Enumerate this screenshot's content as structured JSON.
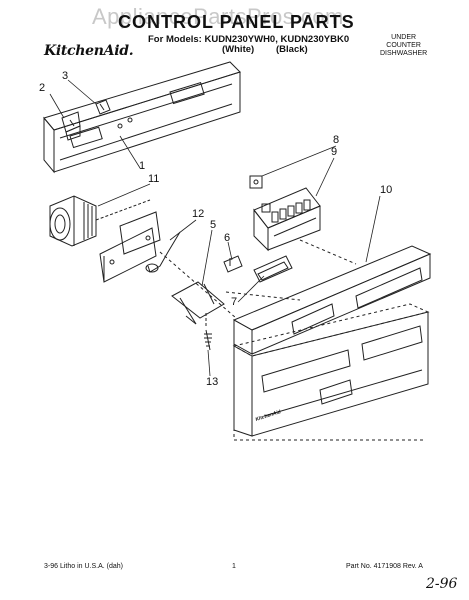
{
  "watermark": "AppliancePartsPros.com",
  "title": "CONTROL PANEL PARTS",
  "models_line": "For Models: KUDN230YWH0, KUDN230YBK0",
  "color_white": "(White)",
  "color_black": "(Black)",
  "brand": "KitchenAid.",
  "appliance": {
    "line1": "UNDER",
    "line2": "COUNTER",
    "line3": "DISHWASHER"
  },
  "callouts": [
    "1",
    "2",
    "3",
    "5",
    "6",
    "7",
    "8",
    "9",
    "10",
    "11",
    "12",
    "13"
  ],
  "panel_logo": "KitchenAid",
  "footer": {
    "left": "3-96 Litho in U.S.A. (dah)",
    "center": "1",
    "right": "Part No. 4171908 Rev. A"
  },
  "handwritten": "2-96"
}
